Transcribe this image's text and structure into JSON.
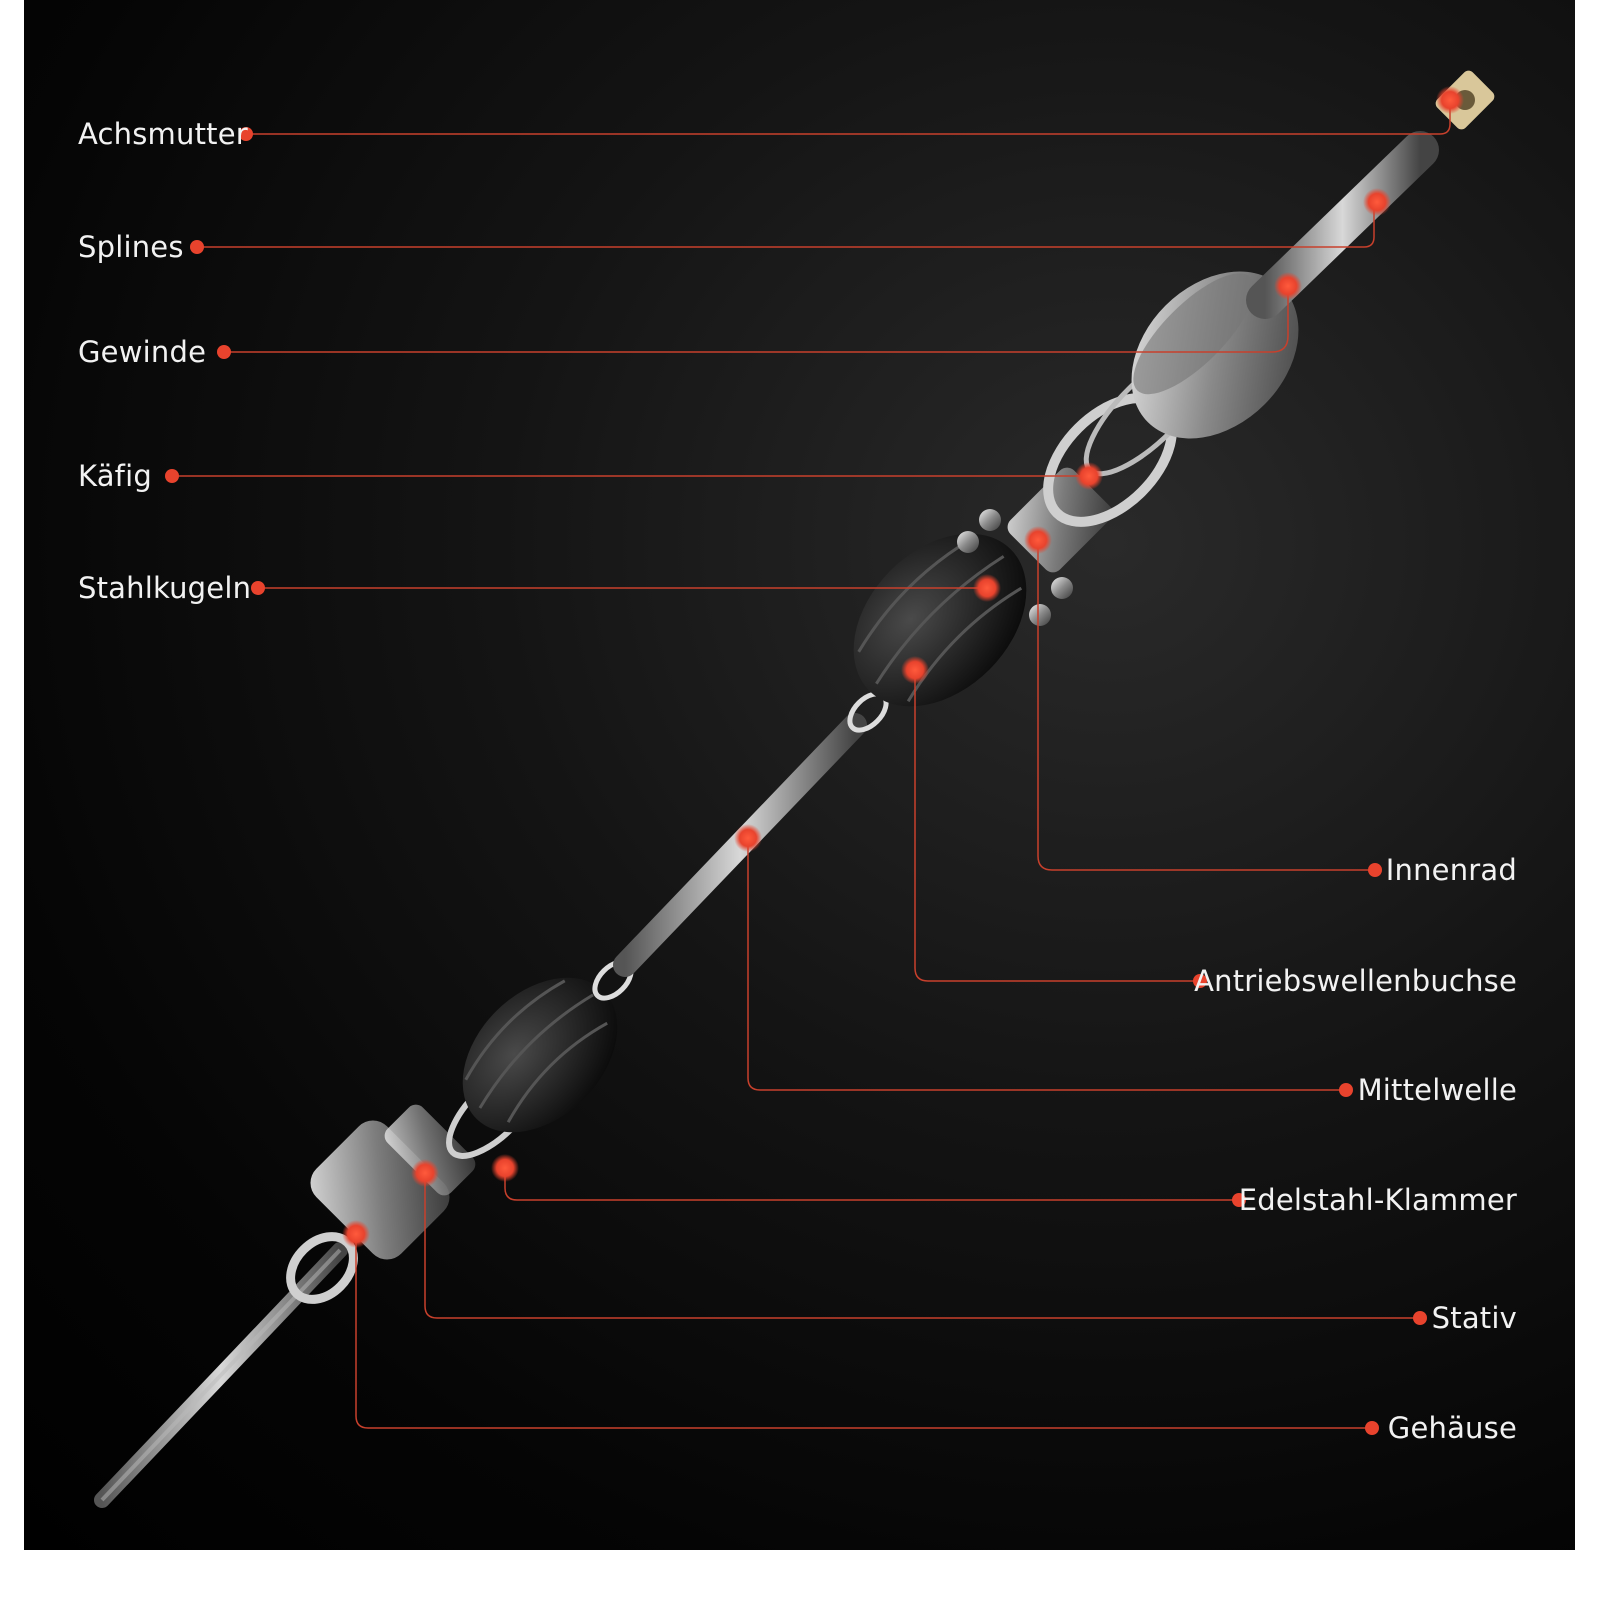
{
  "colors": {
    "accent": "#e8432d",
    "background": "#000000",
    "text": "#f2f2f2"
  },
  "labels_left": [
    {
      "id": "achsmutter",
      "text": "Achsmutter"
    },
    {
      "id": "splines",
      "text": "Splines"
    },
    {
      "id": "gewinde",
      "text": "Gewinde"
    },
    {
      "id": "kaefig",
      "text": "Käfig"
    },
    {
      "id": "stahlkugeln",
      "text": "Stahlkugeln"
    }
  ],
  "labels_right": [
    {
      "id": "innenrad",
      "text": "Innenrad"
    },
    {
      "id": "antriebswellenbuchse",
      "text": "Antriebswellenbuchse"
    },
    {
      "id": "mittelwelle",
      "text": "Mittelwelle"
    },
    {
      "id": "edelstahl-klammer",
      "text": "Edelstahl-Klammer"
    },
    {
      "id": "stativ",
      "text": "Stativ"
    },
    {
      "id": "gehaeuse",
      "text": "Gehäuse"
    }
  ]
}
